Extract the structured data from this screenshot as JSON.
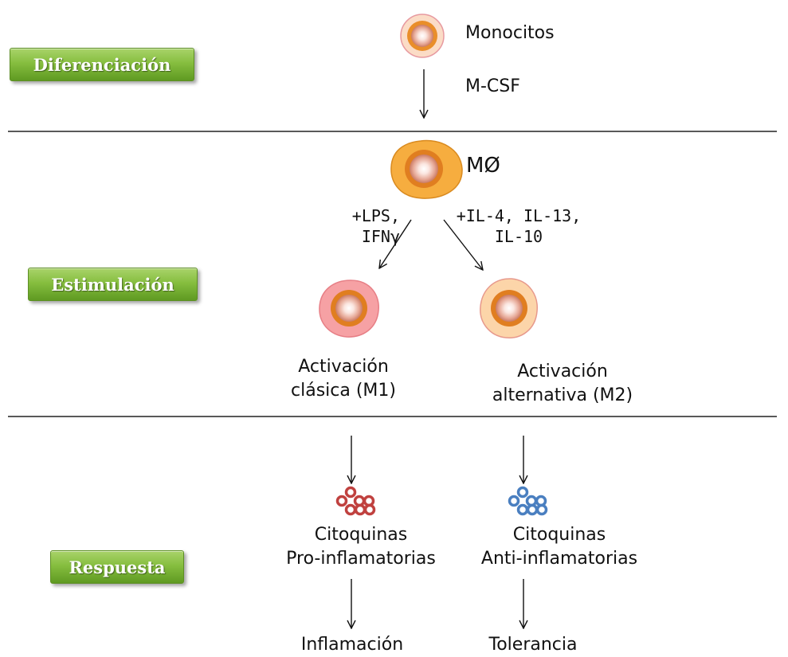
{
  "stages": {
    "differentiation": "Diferenciación",
    "stimulation": "Estimulación",
    "response": "Respuesta"
  },
  "cells": {
    "monocytes": "Monocitos",
    "macrophage": "MØ",
    "m1_title_1": "Activación",
    "m1_title_2": "clásica (M1)",
    "m2_title_1": "Activación",
    "m2_title_2": "alternativa (M2)"
  },
  "stimuli": {
    "mcsf": "M-CSF",
    "m1_line1": "+LPS,",
    "m1_line2": "IFNγ",
    "m2_line1": "+IL-4, IL-13,",
    "m2_line2": "IL-10"
  },
  "outcomes": {
    "pro_line1": "Citoquinas",
    "pro_line2": "Pro-inflamatorias",
    "anti_line1": "Citoquinas",
    "anti_line2": "Anti-inflamatorias",
    "inflammation": "Inflamación",
    "tolerance": "Tolerancia"
  },
  "colors": {
    "stage_green": "#86be3f",
    "pro_cytokine": "#c0413f",
    "anti_cytokine": "#4a7fc0",
    "macrophage_orange": "#f2a53a",
    "m1_pink": "#f7a3a5",
    "m2_peach": "#fbd4a8"
  }
}
